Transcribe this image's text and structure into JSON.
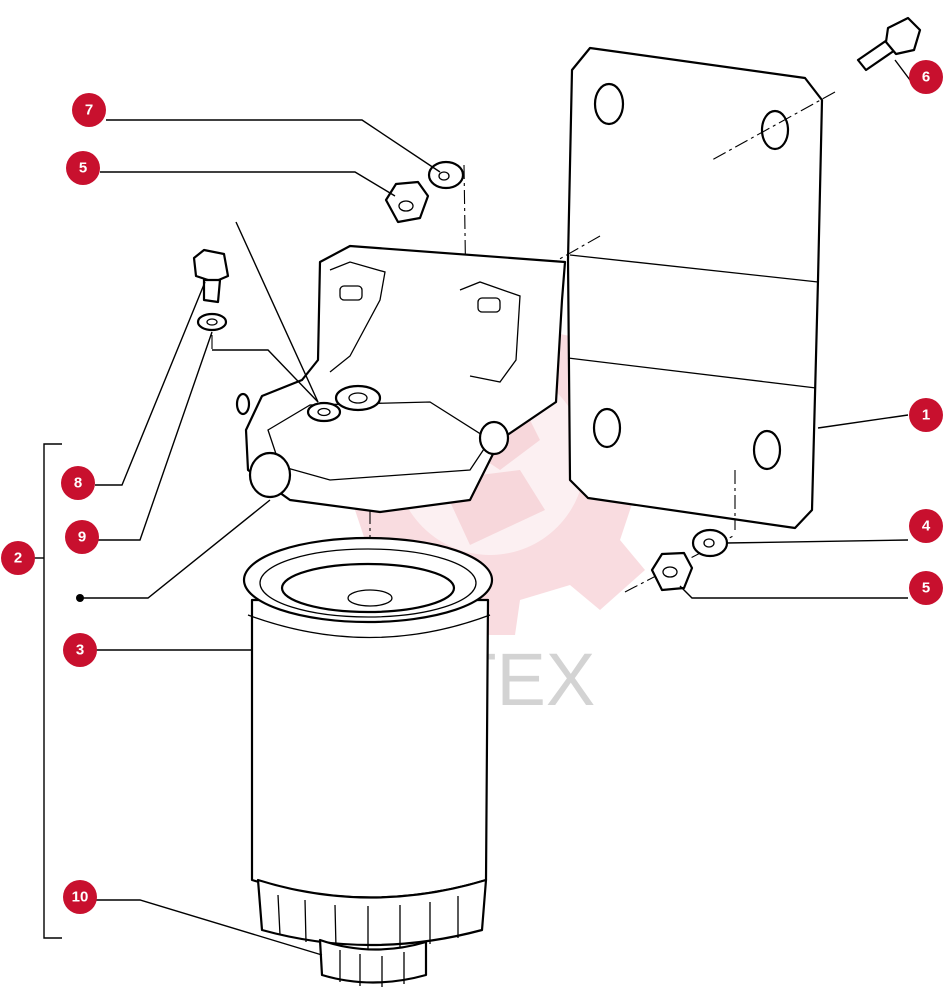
{
  "watermark": {
    "text": "ИНТЕХ",
    "color": "#cfcfcf",
    "logo_color": "#f2b8bf"
  },
  "accent_color": "#c8102e",
  "callouts": [
    {
      "id": "c1",
      "label": "1"
    },
    {
      "id": "c2",
      "label": "2"
    },
    {
      "id": "c3",
      "label": "3"
    },
    {
      "id": "c4",
      "label": "4"
    },
    {
      "id": "c5a",
      "label": "5"
    },
    {
      "id": "c5b",
      "label": "5"
    },
    {
      "id": "c6",
      "label": "6"
    },
    {
      "id": "c7",
      "label": "7"
    },
    {
      "id": "c8",
      "label": "8"
    },
    {
      "id": "c9",
      "label": "9"
    },
    {
      "id": "c10",
      "label": "10"
    }
  ]
}
